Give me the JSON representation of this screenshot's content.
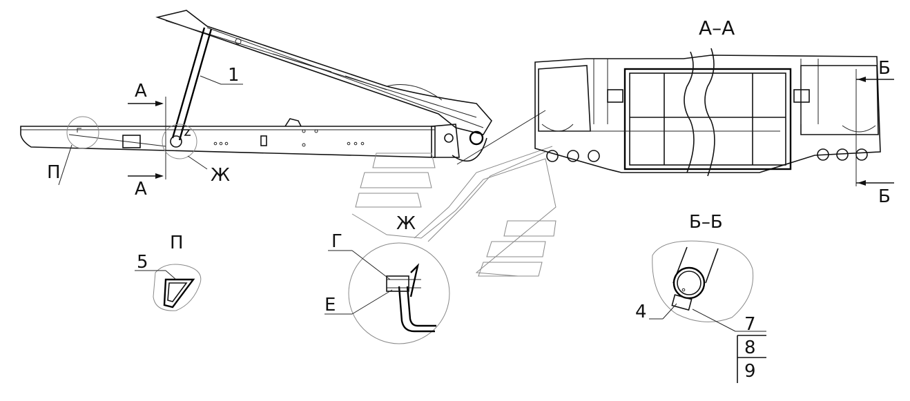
{
  "labels": {
    "section_aa": "А–А",
    "cut_a_top": "А",
    "cut_a_bottom": "А",
    "cut_b_top": "Б",
    "cut_b_bottom": "Б",
    "view_p_marker": "П",
    "view_zh_marker": "Ж",
    "view_p_title": "П",
    "view_zh_title": "Ж",
    "section_bb": "Б–Б",
    "callout_1": "1",
    "callout_5": "5",
    "callout_g": "Г",
    "callout_e": "Е",
    "callout_4": "4",
    "callout_7": "7",
    "callout_8": "8",
    "callout_9": "9"
  }
}
